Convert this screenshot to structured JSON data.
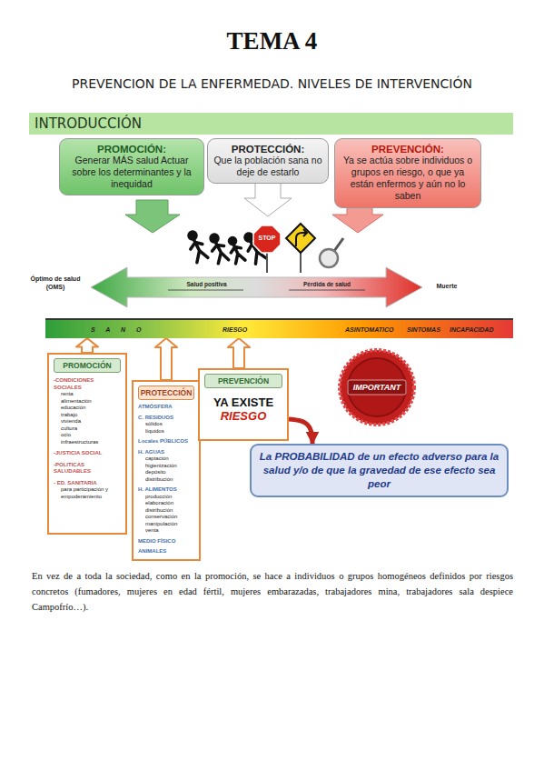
{
  "diagram": {
    "title": "TEMA 4",
    "nodes": [
      {
        "text": [
          "INTRODUCCIÓN"
        ]
      },
      {
        "text": [
          "PROMOCIÓN:",
          "Generar MÁS salud Actuar sobre los determinantes y la inequidad"
        ]
      },
      {
        "text": [
          "PROTECCIÓN:",
          "Que la población sana no deje de estarlo"
        ]
      },
      {
        "text": [
          "PREVENCIÓN:",
          "Ya se actúa sobre individuos o grupos en riesgo, o que ya están enfermos y aún no lo saben"
        ]
      },
      {
        "text": [
          "S A N O",
          "RIESGO",
          "ASINTOMATICO",
          "SINTOMAS",
          "INCAPACIDAD"
        ]
      },
      {
        "text": [
          "PROMOCIÓN",
          "-CONDICIONES SOCIALES",
          "renta",
          "alimentación",
          "educación",
          "trabajo",
          "vivienda",
          "cultura",
          "ocio",
          "infraestructuras",
          "-JUSTICIA SOCIAL",
          "-POLITICAS SALUDABLES",
          "- ED. SANITARIA",
          "para participación y empoderamiento"
        ]
      },
      {
        "text": [
          "PROTECCIÓN",
          "ATMÓSFERA",
          "C. RESIDUOS",
          "sólidos",
          "líquidos",
          "Locales PÚBLICOS",
          "H. AGUAS",
          "captación",
          "higienización",
          "depósito",
          "distribución",
          "H. ALIMENTOS",
          "producción",
          "elaboración",
          "distribución",
          "conservación",
          "manipulación",
          "venta",
          "MEDIO FÍSICO",
          "ANIMALES"
        ]
      },
      {
        "text": [
          "PREVENCIÓN",
          "YA EXISTE",
          "RIESGO"
        ]
      },
      {
        "text": [
          "La PROBABILIDAD de un efecto adverso para la salud y/o de que la gravedad de ese efecto sea peor"
        ]
      }
    ],
    "edges": [
      {
        "from": 5,
        "to": 4,
        "arrow": "to"
      },
      {
        "from": 6,
        "to": 4,
        "arrow": "to"
      },
      {
        "from": 7,
        "to": 4,
        "arrow": "to"
      },
      {
        "from": 7,
        "to": 8,
        "arrow": "to"
      }
    ],
    "labels": [
      "PREVENCION DE LA ENFERMEDAD. NIVELES DE INTERVENCIÓN",
      "STOP",
      "Óptimo de salud (OMS)",
      "Salud positiva",
      "Pérdida de salud",
      "Muerte",
      "IMPORTANT",
      "En vez de a toda la sociedad, como en la promoción, se hace a individuos o grupos homogéneos definidos por riesgos concretos (fumadores, mujeres en edad fértil, mujeres embarazadas, trabajadores mina, trabajadores sala despiece Campofrío…)."
    ]
  }
}
